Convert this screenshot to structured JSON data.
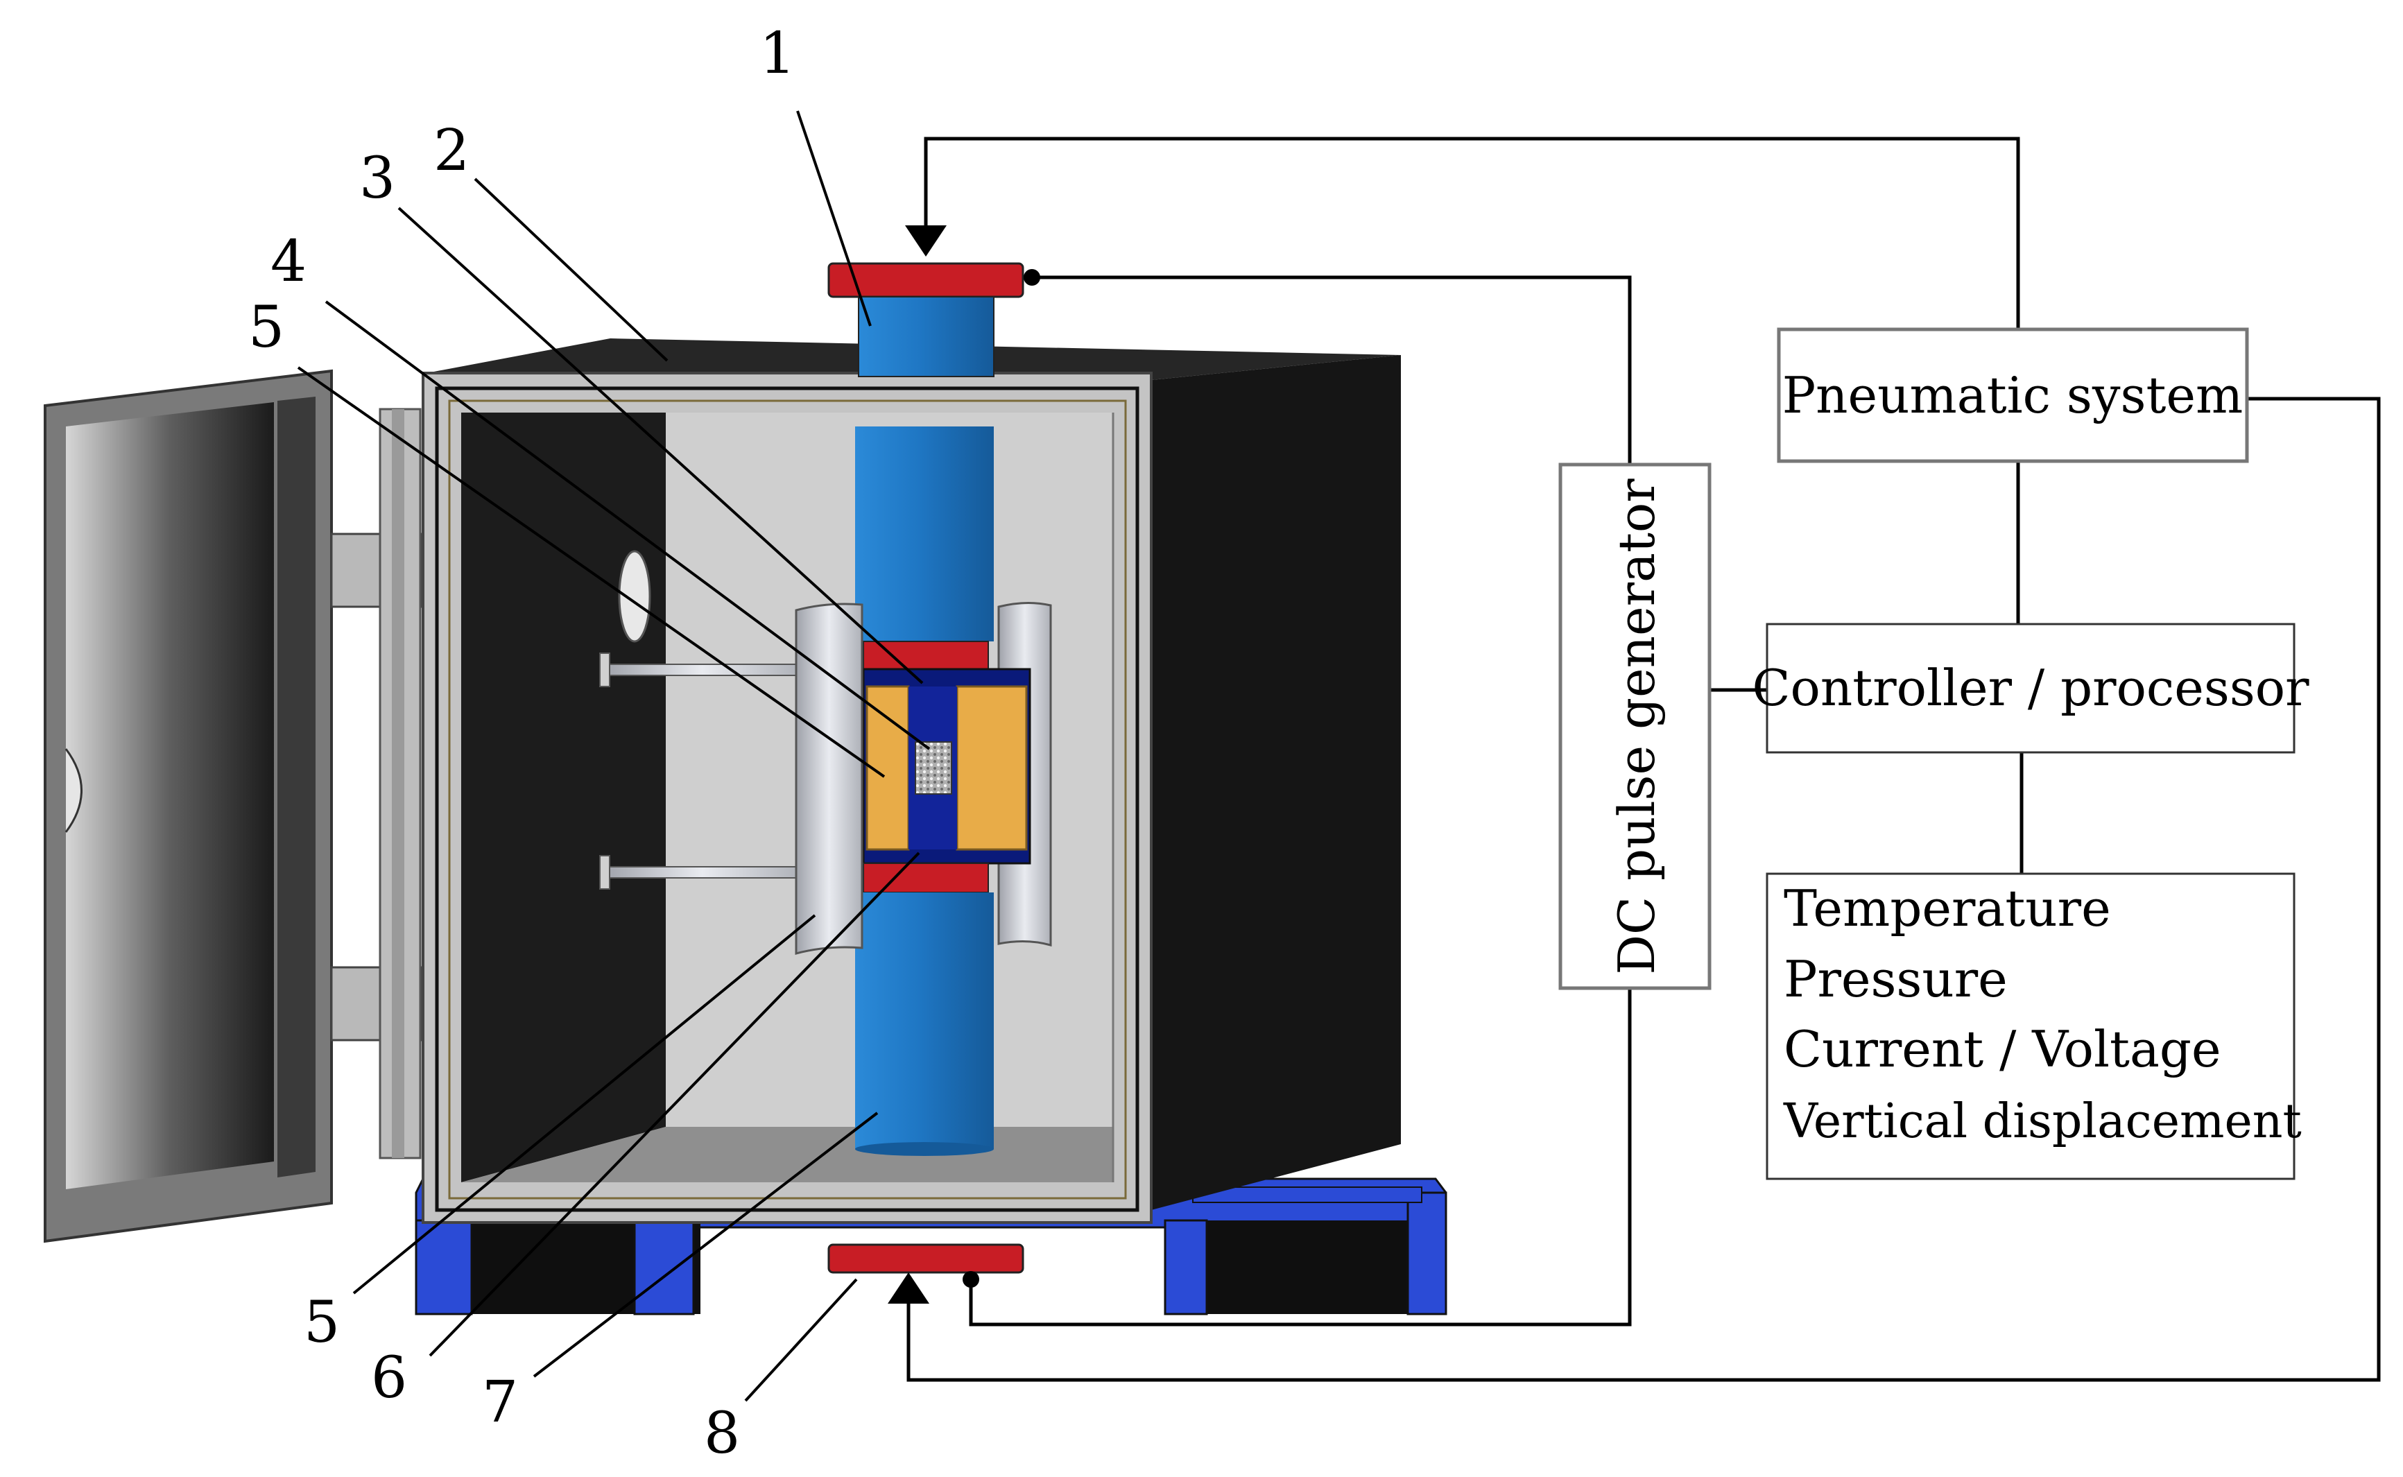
{
  "blocks": {
    "pneumatic": "Pneumatic system",
    "dc": "DC pulse generator",
    "controller": "Controller / processor",
    "measure": [
      "Temperature",
      "Pressure",
      "Current / Voltage",
      "Vertical displacement"
    ]
  },
  "labels": {
    "l1": "1",
    "l2": "2",
    "l3": "3",
    "l4": "4",
    "l5a": "5",
    "l5b": "5",
    "l6": "6",
    "l7": "7",
    "l8": "8"
  },
  "colors": {
    "electrode": "#c81d25",
    "punch": "#1f77c4",
    "die_band": "#0a1a7a",
    "heater": "#e8ac48",
    "frame": "#2b4bd6",
    "chamber": "#1a1a1a",
    "panel": "#c9c9c9"
  }
}
